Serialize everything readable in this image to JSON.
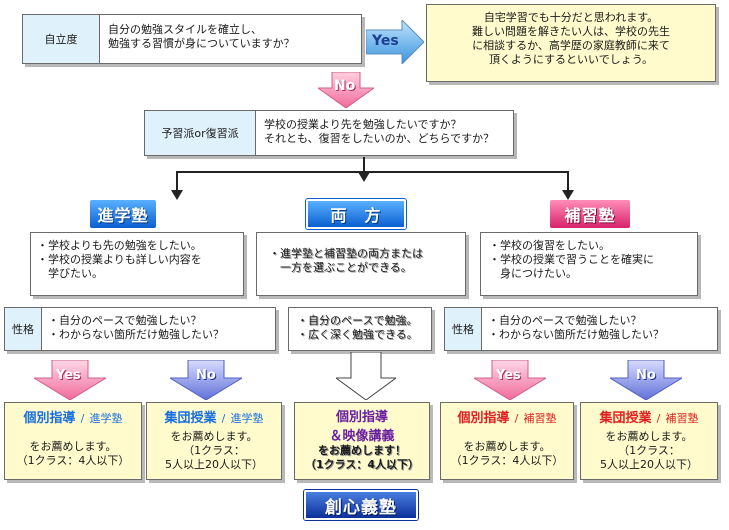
{
  "top": {
    "label": "自立度",
    "question": [
      "自分の勉強スタイルを確立し、",
      "勉強する習慣が身についていますか？"
    ],
    "yes": "Yes",
    "no": "No",
    "yes_note": [
      "自宅学習でも十分だと思われます。",
      "難しい問題を解きたい人は、学校の先生",
      "に相談するか、高学歴の家庭教師に来て",
      "頂くようにするといいでしょう。"
    ]
  },
  "second": {
    "label": "予習派or復習派",
    "question": [
      "学校の授業より先を勉強したいですか？",
      "それとも、復習をしたいのか、どちらですか？"
    ]
  },
  "columns": {
    "left": {
      "header": "進学塾",
      "desc": [
        "・学校よりも先の勉強をしたい。",
        "・学校の授業よりも詳しい内容を",
        "　学びたい。"
      ]
    },
    "center": {
      "header": "両　方",
      "desc": [
        "・進学塾と補習塾の両方または",
        "　一方を選ぶことができる。"
      ],
      "traits": [
        "・自分のペースで勉強。",
        "・広く深く勉強できる。"
      ]
    },
    "right": {
      "header": "補習塾",
      "desc": [
        "・学校の復習をしたい。",
        "・学校の授業で習うことを確実に",
        "　身につけたい。"
      ]
    }
  },
  "personality": {
    "label": "性格",
    "items": [
      "・自分のペースで勉強したい？",
      "・わからない箇所だけ勉強したい？"
    ]
  },
  "arrows": {
    "yes": "Yes",
    "no": "No"
  },
  "recommendations": {
    "r1": {
      "title": "個別指導",
      "sep": "/",
      "type": "進学塾",
      "line1": "をお薦めします。",
      "line2": "（1クラス：4人以下）"
    },
    "r2": {
      "title": "集団授業",
      "sep": "/",
      "type": "進学塾",
      "line1": "をお薦めします。",
      "line2": "（1クラス：",
      "line3": "5人以上20人以下）"
    },
    "r3": {
      "title1": "個別指導",
      "title2": "＆映像講義",
      "line1": "をお薦めします！",
      "line2": "（1クラス：4人以下）"
    },
    "r4": {
      "title": "個別指導",
      "sep": "/",
      "type": "補習塾",
      "line1": "をお薦めします。",
      "line2": "（1クラス：4人以下）"
    },
    "r5": {
      "title": "集団授業",
      "sep": "/",
      "type": "補習塾",
      "line1": "をお薦めします。",
      "line2": "（1クラス：",
      "line3": "5人以上20人以下）"
    }
  },
  "brand": "創心義塾",
  "colors": {
    "blue": "#1a6fe0",
    "pink": "#e0307a",
    "red": "#e02020",
    "purple": "#6a1fa0",
    "arrow_blue": "#4fa8e8",
    "arrow_pink": "#f06a9a",
    "arrow_purple": "#6070d8"
  }
}
